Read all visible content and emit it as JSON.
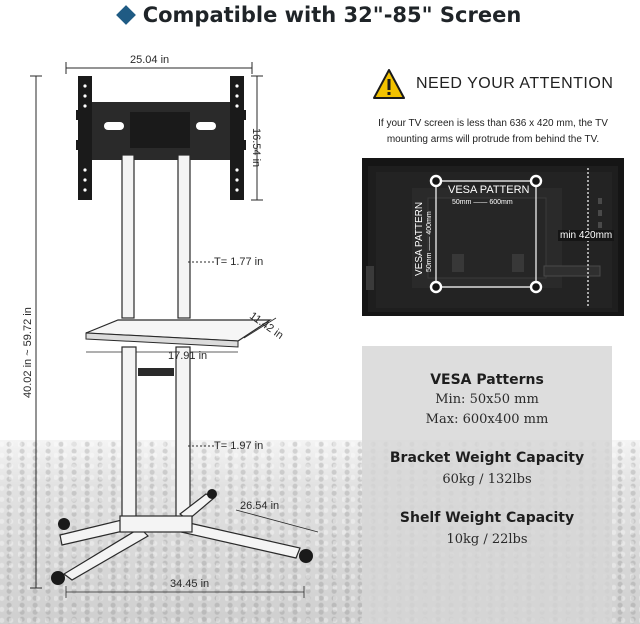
{
  "title": "Compatible with 32\"-85\" Screen",
  "dimensions": {
    "bracket_width": "25.04 in",
    "bracket_height": "16.54 in",
    "upper_pole_thickness": "T= 1.77 in",
    "lower_pole_thickness": "T= 1.97 in",
    "total_height": "40.02 in ~ 59.72 in",
    "shelf_depth": "11.42 in",
    "shelf_width": "17.91 in",
    "base_depth": "26.54 in",
    "base_width": "34.45 in"
  },
  "attention": {
    "heading": "NEED YOUR ATTENTION",
    "note": "If your TV screen is less than 636 x 420 mm, the TV mounting arms will protrude from behind the TV."
  },
  "tv_diagram": {
    "vesa_label": "VESA PATTERN",
    "horizontal_range": "50mm —— 600mm",
    "vertical_label": "VESA PATTERN",
    "vertical_range": "50mm —— 400mm",
    "min_height": "min 420mm"
  },
  "specs": {
    "vesa_heading": "VESA Patterns",
    "vesa_min": "Min: 50x50 mm",
    "vesa_max": "Max: 600x400 mm",
    "bracket_heading": "Bracket Weight Capacity",
    "bracket_value": "60kg / 132lbs",
    "shelf_heading": "Shelf Weight Capacity",
    "shelf_value": "10kg / 22lbs"
  },
  "colors": {
    "accent": "#1f5b84",
    "warning": "#f2c200",
    "vesa_marker": "#ffffff"
  },
  "icons": [
    "diamond-bullet-icon",
    "warning-triangle-icon"
  ]
}
